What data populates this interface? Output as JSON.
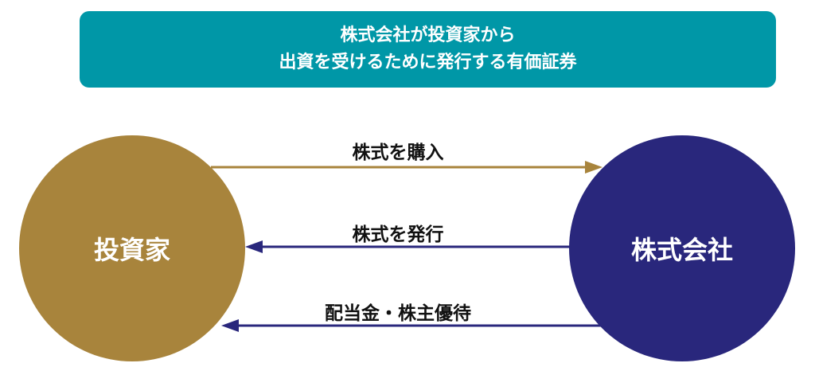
{
  "banner": {
    "line1": "株式会社が投資家から",
    "line2": "出資を受けるために発行する有価証券"
  },
  "nodes": {
    "investor": "投資家",
    "company": "株式会社"
  },
  "arrows": {
    "buy": "株式を購入",
    "issue": "株式を発行",
    "return": "配当金・株主優待"
  },
  "colors": {
    "banner": "#0097a7",
    "investor": "#a8843c",
    "company": "#29277c"
  }
}
